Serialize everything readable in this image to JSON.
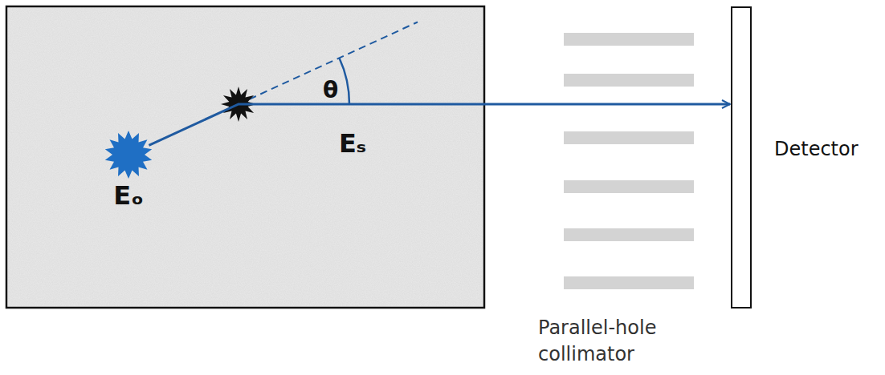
{
  "diagram": {
    "nodes": [
      {
        "text": [
          "Eₒ"
        ]
      },
      {
        "text": [
          "Detector"
        ]
      }
    ],
    "edges": [
      {
        "from": 0,
        "to": 1,
        "arrow": "to",
        "label": "Eₛ"
      }
    ],
    "labels": [
      "θ",
      "Parallel-hole collimator"
    ]
  }
}
